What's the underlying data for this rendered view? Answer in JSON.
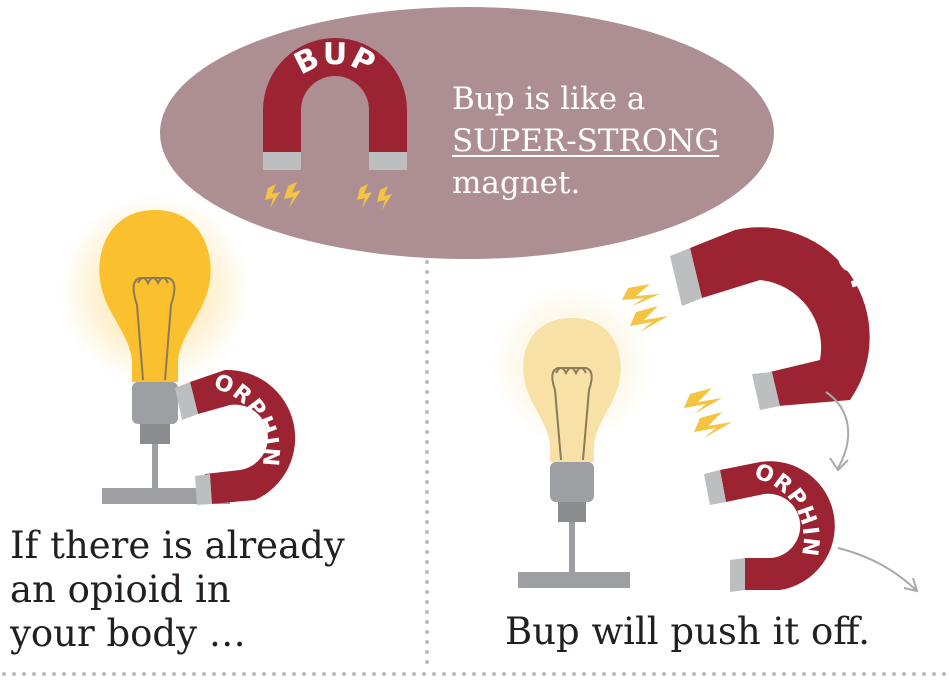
{
  "intro": {
    "line1": "Bup is like a",
    "line2": "SUPER-STRONG",
    "line3": "magnet."
  },
  "magnet_labels": {
    "bup_top": "BUP",
    "bup_right": "BUP",
    "morphine_left": "MORPHINE",
    "morphine_right": "MORPHINE"
  },
  "captions": {
    "left_line1": "If there is already",
    "left_line2": "an opioid in",
    "left_line3": "your body …",
    "right": "Bup will push it off."
  },
  "colors": {
    "bubble": "#ad8f93",
    "magnet_red": "#9b2332",
    "magnet_tip": "#bcbec0",
    "spark": "#f5c342",
    "bulb_bright": "#fbc02d",
    "bulb_dim": "#f8e1a6",
    "bulb_base": "#9d9fa2",
    "arrow": "#a7a9ac",
    "divider": "#b7b9bc",
    "text": "#231f20"
  }
}
